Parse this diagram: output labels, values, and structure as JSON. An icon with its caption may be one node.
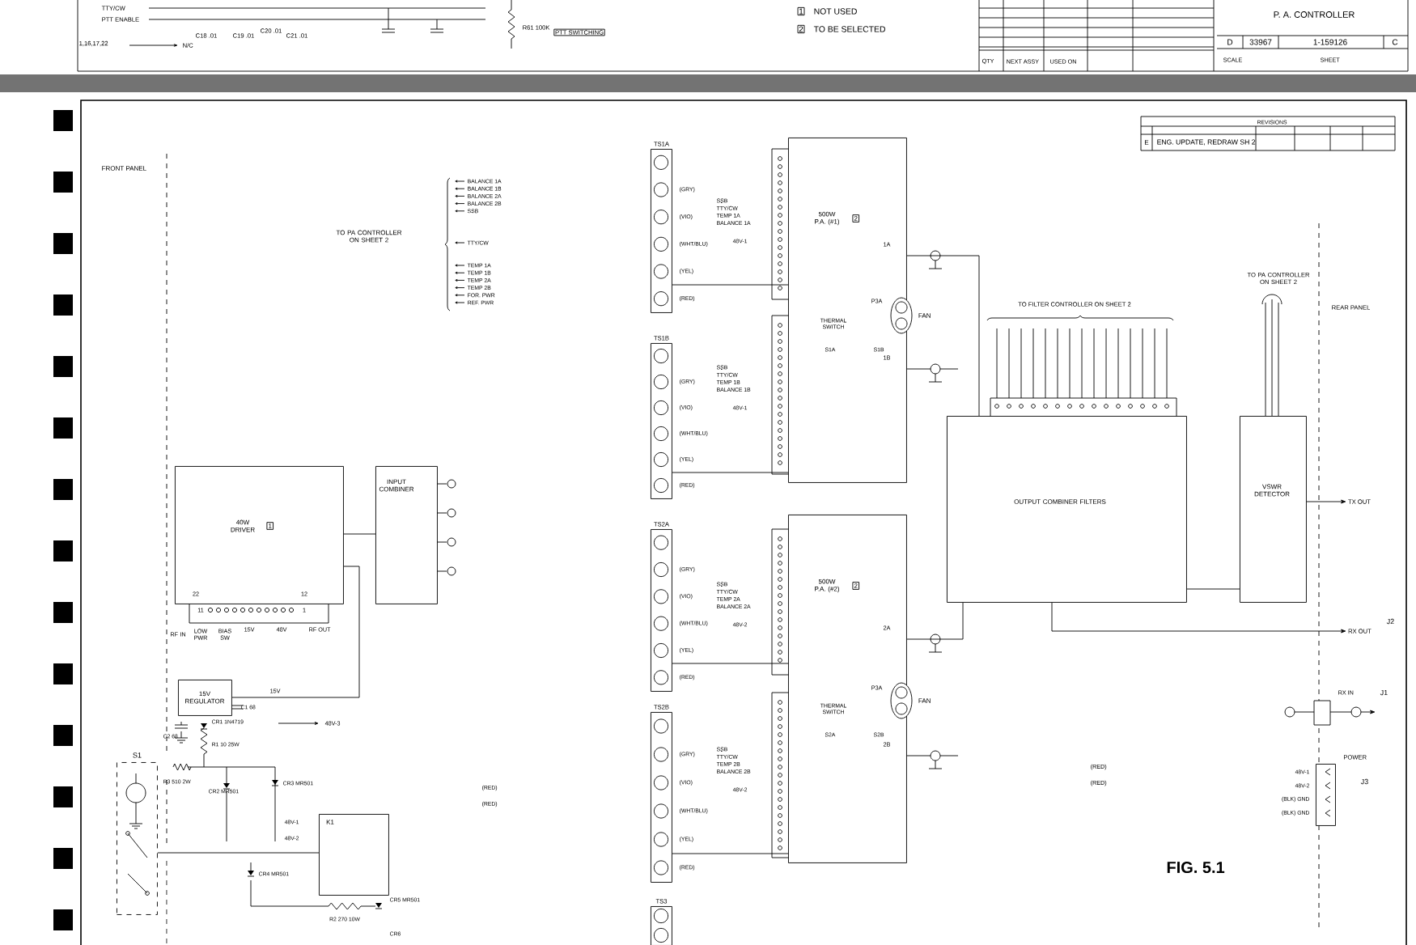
{
  "diagram": {
    "caption": "FIG. 5.1",
    "nodes": [
      {
        "text": [
          "40W DRIVER",
          "1"
        ]
      },
      {
        "text": [
          "INPUT COMBINER"
        ]
      },
      {
        "text": [
          "15V REGULATOR"
        ]
      },
      {
        "text": [
          "TS1A"
        ]
      },
      {
        "text": [
          "TS1B"
        ]
      },
      {
        "text": [
          "TS2A"
        ]
      },
      {
        "text": [
          "TS2B"
        ]
      },
      {
        "text": [
          "TS3"
        ]
      },
      {
        "text": [
          "500W P.A. (#1)",
          "2"
        ]
      },
      {
        "text": [
          "500W P.A. (#2)",
          "2"
        ]
      },
      {
        "text": [],
        "shape": "circle",
        "beside": [
          "FAN"
        ]
      },
      {
        "text": [],
        "shape": "circle",
        "beside": [
          "FAN"
        ]
      },
      {
        "text": [
          "OUTPUT COMBINER FILTERS"
        ]
      },
      {
        "text": [
          "VSWR DETECTOR"
        ]
      },
      {
        "text": [
          "POWER"
        ]
      },
      {
        "text": [
          "K1"
        ]
      },
      {
        "text": [
          "S1"
        ]
      },
      {
        "text": [
          "TX OUT"
        ]
      },
      {
        "text": [
          "RX OUT"
        ]
      }
    ],
    "edges": [
      {
        "from": 0,
        "to": 1,
        "arrow": "none"
      },
      {
        "from": 2,
        "to": 0,
        "arrow": "none"
      },
      {
        "from": 3,
        "to": 8,
        "arrow": "none"
      },
      {
        "from": 4,
        "to": 8,
        "arrow": "none"
      },
      {
        "from": 5,
        "to": 9,
        "arrow": "none"
      },
      {
        "from": 6,
        "to": 9,
        "arrow": "none"
      },
      {
        "from": 8,
        "to": 12,
        "arrow": "none"
      },
      {
        "from": 9,
        "to": 12,
        "arrow": "none"
      },
      {
        "from": 12,
        "to": 13,
        "arrow": "none"
      },
      {
        "from": 13,
        "to": 17,
        "arrow": "to"
      },
      {
        "from": 12,
        "to": 18,
        "arrow": "to"
      },
      {
        "from": 16,
        "to": 15,
        "arrow": "none"
      }
    ],
    "labels": [
      "TTY/CW",
      "PTT ENABLE",
      "C18 .01",
      "C19 .01",
      "C20 .01",
      "C21 .01",
      "1,16,17,22",
      "N/C",
      "R61 100K",
      "PTT SWITCHING",
      "1",
      "NOT USED",
      "2",
      "TO BE SELECTED",
      "QTY",
      "NEXT ASSY",
      "USED ON",
      "P. A. CONTROLLER",
      "D",
      "33967",
      "1-159126",
      "C",
      "SCALE",
      "SHEET",
      "FRONT PANEL",
      "TO PA CONTROLLER ON SHEET 2",
      "BALANCE 1A",
      "BALANCE 1B",
      "BALANCE 2A",
      "BALANCE 2B",
      "SSB",
      "TTY/CW",
      "TEMP 1A",
      "TEMP 1B",
      "TEMP 2A",
      "TEMP 2B",
      "FOR. PWR",
      "REF. PWR",
      "REVISIONS",
      "E",
      "ENG. UPDATE, REDRAW SH 2",
      "(GRY)",
      "(VIO)",
      "(WHT/BLU)",
      "(YEL)",
      "(RED)",
      "(GRY)",
      "(VIO)",
      "(WHT/BLU)",
      "(YEL)",
      "(RED)",
      "(GRY)",
      "(VIO)",
      "(WHT/BLU)",
      "(YEL)",
      "(RED)",
      "(GRY)",
      "(VIO)",
      "(WHT/BLU)",
      "(YEL)",
      "(RED)",
      "SSB",
      "TTY/CW",
      "TEMP 1A",
      "BALANCE 1A",
      "48V-1",
      "SSB",
      "TTY/CW",
      "TEMP 1B",
      "BALANCE 1B",
      "48V-1",
      "SSB",
      "TTY/CW",
      "TEMP 2A",
      "BALANCE 2A",
      "48V-2",
      "SSB",
      "TTY/CW",
      "TEMP 2B",
      "BALANCE 2B",
      "48V-2",
      "1A",
      "P3A",
      "THERMAL SWITCH",
      "S1A",
      "S1B",
      "1B",
      "2A",
      "P3A",
      "THERMAL SWITCH",
      "S2A",
      "S2B",
      "2B",
      "TO FILTER CONTROLLER ON SHEET 2",
      "TO PA CONTROLLER ON SHEET 2",
      "REAR PANEL",
      "J2",
      "RX IN",
      "J1",
      "J3",
      "(RED)",
      "(RED)",
      "48V-1",
      "48V-2",
      "(BLK) GND",
      "(BLK) GND",
      "22",
      "12",
      "11",
      "1",
      "RF IN",
      "LOW PWR",
      "BIAS SW",
      "15V",
      "48V",
      "RF OUT",
      "15V",
      "C1 68",
      "C2 68",
      "CR1 1N4719",
      "R1 10 25W",
      "R3 510 2W",
      "CR2 MR501",
      "CR3 MR501",
      "48V-3",
      "(RED)",
      "(RED)",
      "48V-1",
      "48V-2",
      "CR4 MR501",
      "R2 270 10W",
      "CR5 MR501",
      "CR6"
    ]
  }
}
